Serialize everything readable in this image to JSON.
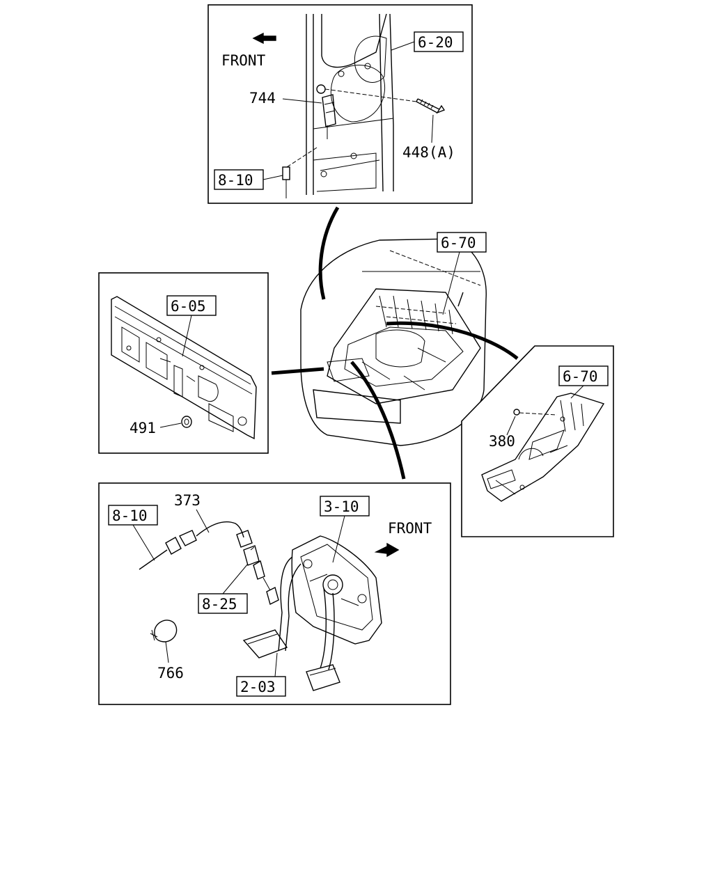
{
  "colors": {
    "ink": "#000000",
    "paper": "#ffffff"
  },
  "panels": {
    "top": {
      "front_label": "FRONT",
      "ref_6_20": "6-20",
      "ref_8_10": "8-10",
      "part_744": "744",
      "part_448a": "448(A)"
    },
    "left": {
      "ref_6_05": "6-05",
      "part_491": "491"
    },
    "center": {
      "ref_6_70": "6-70"
    },
    "right": {
      "ref_6_70": "6-70",
      "part_380": "380"
    },
    "bottom": {
      "front_label": "FRONT",
      "ref_8_10": "8-10",
      "ref_3_10": "3-10",
      "ref_8_25": "8-25",
      "ref_2_03": "2-03",
      "part_373": "373",
      "part_766": "766"
    }
  }
}
